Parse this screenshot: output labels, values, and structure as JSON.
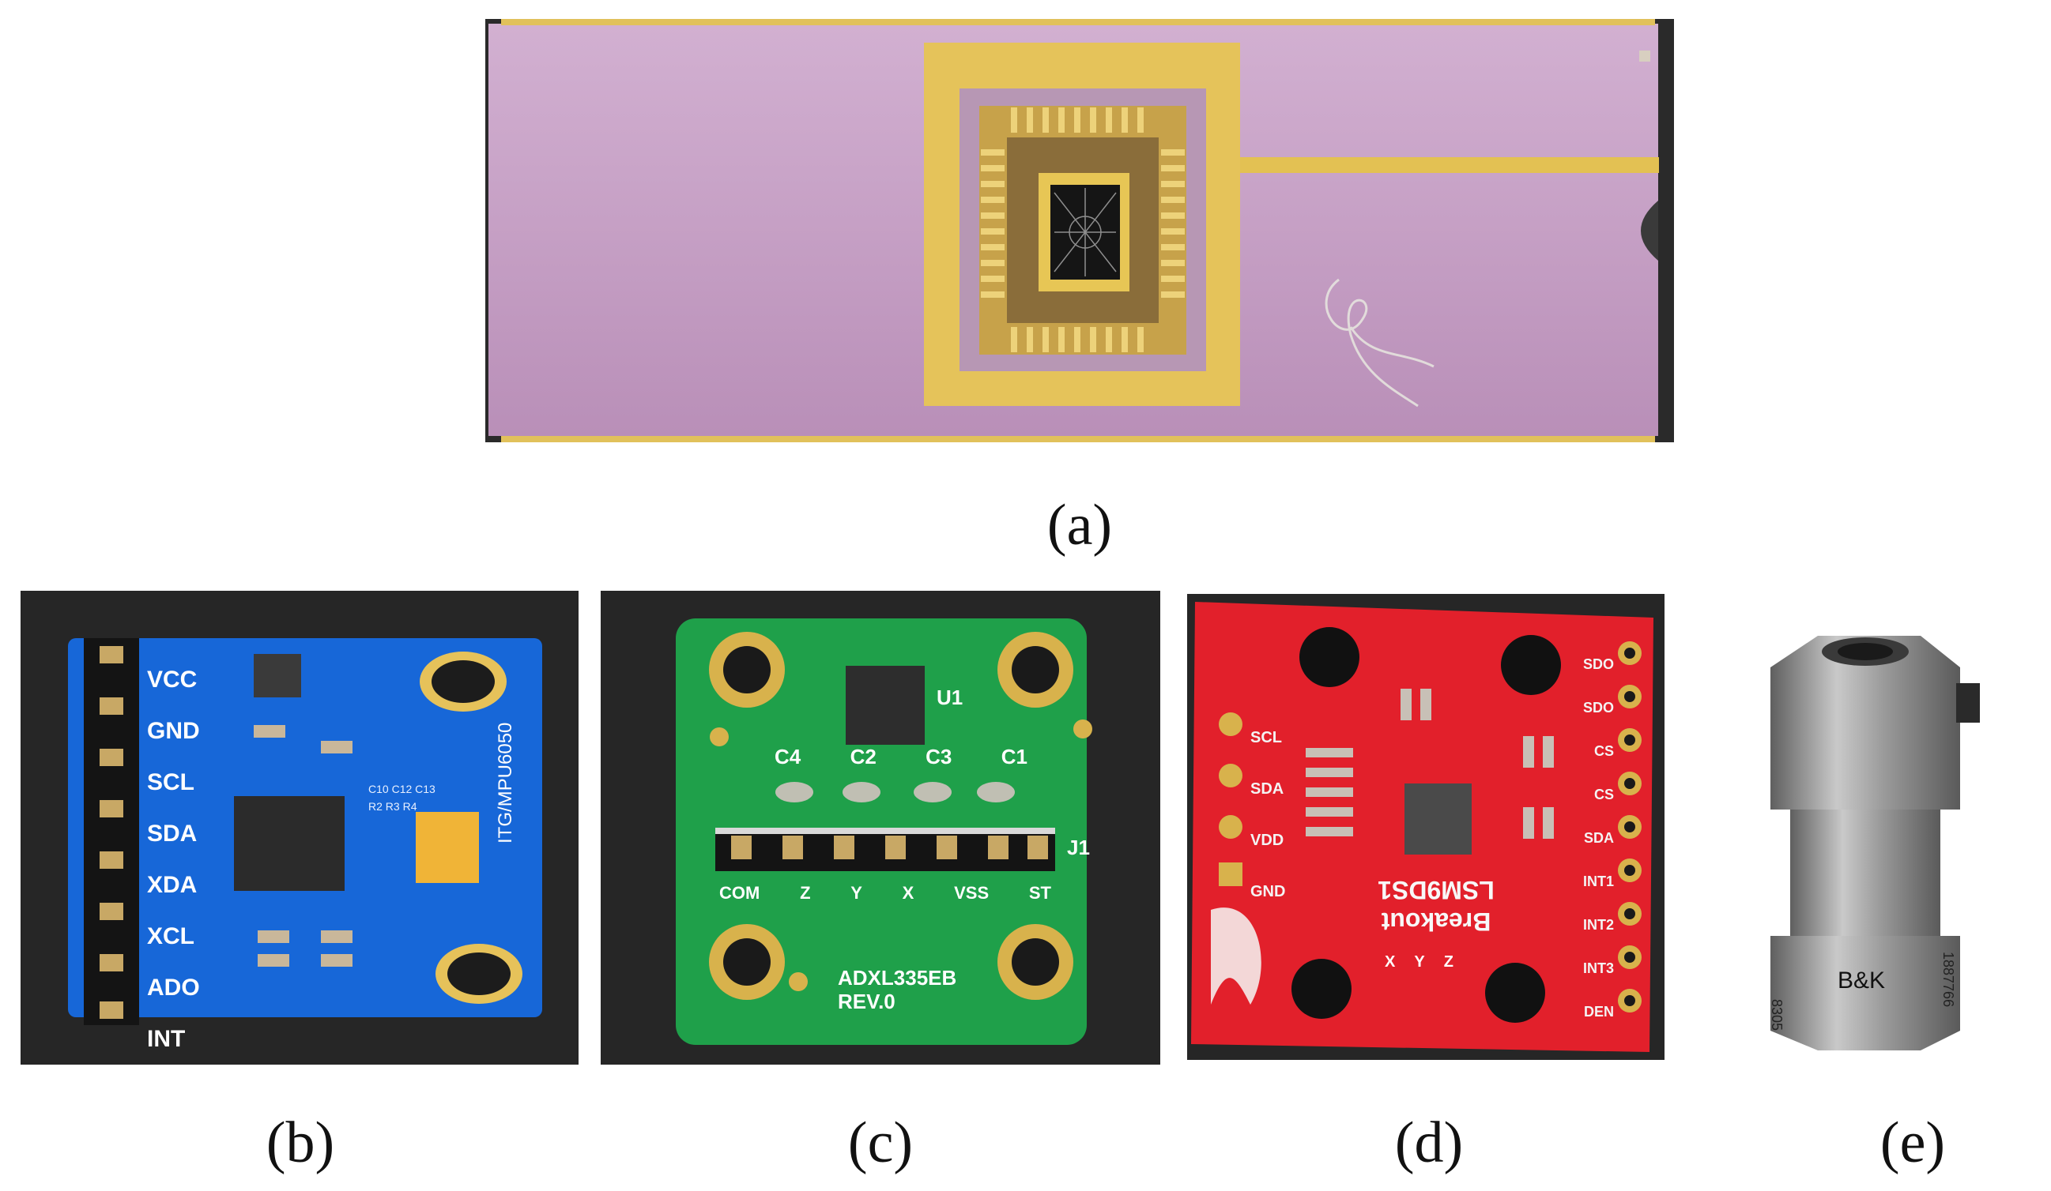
{
  "captions": {
    "a": "(a)",
    "b": "(b)",
    "c": "(c)",
    "d": "(d)",
    "e": "(e)"
  },
  "mpu6050": {
    "pins": [
      "VCC",
      "GND",
      "SCL",
      "SDA",
      "XDA",
      "XCL",
      "ADO",
      "INT"
    ],
    "chip_text": "ITG/MPU6050",
    "labels": [
      "C10",
      "C12",
      "C13",
      "R2",
      "R3",
      "R4"
    ]
  },
  "adxl335": {
    "board_text": "ADXL335EB",
    "rev_text": "REV.0",
    "chip_ref": "U1",
    "header_ref": "J1",
    "caps": [
      "C4",
      "C2",
      "C3",
      "C1"
    ],
    "pins": [
      "COM",
      "Z",
      "Y",
      "X",
      "VSS",
      "ST"
    ]
  },
  "lsm9ds1": {
    "title": "LSM9DS1",
    "subtitle": "Breakout",
    "left_pins": [
      "SCL",
      "SDA",
      "VDD",
      "GND"
    ],
    "right_pins": [
      "SDO",
      "SDO",
      "CS",
      "CS",
      "SDA",
      "INT1",
      "INT2",
      "INT3",
      "DEN"
    ],
    "axes": [
      "X",
      "Y",
      "Z"
    ]
  },
  "bk_sensor": {
    "brand": "B&K",
    "model": "8305",
    "serial": "1887766"
  },
  "colors": {
    "ceramic": "#c9a4c9",
    "gold": "#e8c34d",
    "blue_pcb": "#1766d6",
    "green_pcb": "#1fa04a",
    "red_pcb": "#e2202b",
    "steel": "#8c8c8c"
  }
}
